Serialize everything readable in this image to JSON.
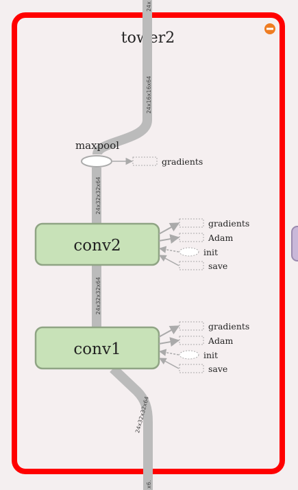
{
  "group": {
    "title": "tower2",
    "collapse_icon": "minus-circle-icon"
  },
  "nodes": {
    "maxpool": {
      "label": "maxpool"
    },
    "conv2": {
      "label": "conv2"
    },
    "conv1": {
      "label": "conv1"
    }
  },
  "edges": {
    "top_in": "24x",
    "top_to_maxpool": "24x16x16x64",
    "maxpool_to_conv2": "24x32x32x64",
    "conv2_to_conv1": "24x32x32x64",
    "conv1_out": "24x32x32x64",
    "bottom_out": "x6."
  },
  "aux": {
    "maxpool": [
      "gradients"
    ],
    "conv2": [
      "gradients",
      "Adam",
      "init",
      "save"
    ],
    "conv1": [
      "gradients",
      "Adam",
      "init",
      "save"
    ]
  },
  "colors": {
    "group_border": "#ff0000",
    "node_fill": "#c8e2b8",
    "node_stroke": "#8fa484",
    "edge": "#bbbbbb",
    "collapse_icon": "#ee7c22"
  }
}
